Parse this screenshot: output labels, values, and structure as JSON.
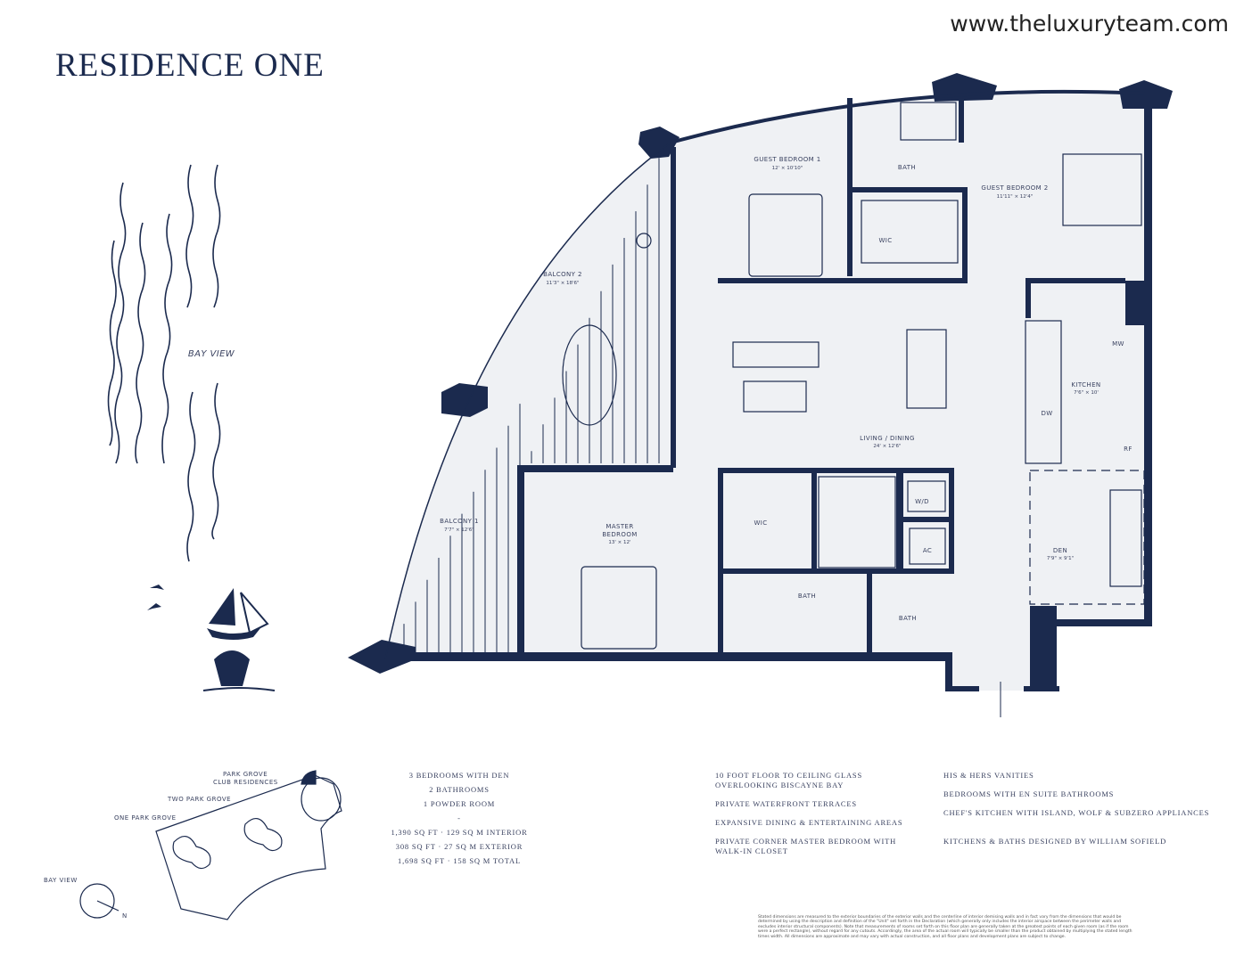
{
  "header": {
    "title": "RESIDENCE ONE",
    "website": "www.theluxuryteam.com"
  },
  "bay_view_label": "BAY VIEW",
  "colors": {
    "navy": "#1b2a4e",
    "floor": "#eff1f4",
    "text": "#3a4260"
  },
  "rooms": {
    "guest_bedroom_1": {
      "name": "GUEST BEDROOM 1",
      "dim": "12' × 10'10\""
    },
    "guest_bedroom_2": {
      "name": "GUEST BEDROOM 2",
      "dim": "11'11\" × 12'4\""
    },
    "bath_top": {
      "name": "BATH"
    },
    "wic_top": {
      "name": "WIC"
    },
    "balcony_2": {
      "name": "BALCONY 2",
      "dim": "11'3\" × 18'6\""
    },
    "balcony_1": {
      "name": "BALCONY 1",
      "dim": "7'7\" × 12'6\""
    },
    "living_dining": {
      "name": "LIVING / DINING",
      "dim": "24' × 12'6\""
    },
    "kitchen": {
      "name": "KITCHEN",
      "dim": "7'6\" × 10'"
    },
    "mw": {
      "name": "MW"
    },
    "dw": {
      "name": "DW"
    },
    "rf": {
      "name": "RF"
    },
    "master_bedroom": {
      "name1": "MASTER",
      "name2": "BEDROOM",
      "dim": "13' × 12'"
    },
    "wic_master": {
      "name": "WIC"
    },
    "bath_master": {
      "name": "BATH"
    },
    "wd": {
      "name": "W/D"
    },
    "ac": {
      "name": "AC"
    },
    "bath_powder": {
      "name": "BATH"
    },
    "den": {
      "name": "DEN",
      "dim": "7'9\" × 9'1\""
    }
  },
  "site_plan": {
    "labels": [
      "PARK GROVE",
      "CLUB RESIDENCES",
      "TWO PARK GROVE",
      "ONE PARK GROVE",
      "BAY VIEW",
      "N"
    ]
  },
  "summary": [
    "3 BEDROOMS WITH DEN",
    "2 BATHROOMS",
    "1 POWDER ROOM",
    "-",
    "1,390 SQ FT · 129  SQ M INTERIOR",
    "308 SQ FT · 27 SQ M EXTERIOR",
    "1,698 SQ FT · 158 SQ M TOTAL"
  ],
  "features_col1": [
    "10 FOOT FLOOR TO CEILING GLASS OVERLOOKING BISCAYNE BAY",
    "PRIVATE WATERFRONT TERRACES",
    "EXPANSIVE DINING & ENTERTAINING AREAS",
    "PRIVATE CORNER MASTER BEDROOM WITH WALK-IN CLOSET"
  ],
  "features_col2": [
    "HIS & HERS VANITIES",
    "BEDROOMS WITH EN SUITE BATHROOMS",
    "CHEF'S KITCHEN WITH ISLAND, WOLF & SUBZERO APPLIANCES",
    "KITCHENS & BATHS DESIGNED BY WILLIAM SOFIELD"
  ],
  "disclaimer": "Stated dimensions are measured to the exterior boundaries of the exterior walls and the centerline of interior demising walls and in fact vary from the dimensions that would be determined by using the description and definition of the \"Unit\" set forth in the Declaration (which generally only includes the interior airspace between the perimeter walls and excludes interior structural components). Note that measurements of rooms set forth on this floor plan are generally taken at the greatest points of each given room (as if the room were a perfect rectangle), without regard for any cutouts. Accordingly, the area of the actual room will typically be smaller than the product obtained by multiplying the stated length times width. All dimensions are approximate and may vary with actual construction, and all floor plans and development plans are subject to change."
}
